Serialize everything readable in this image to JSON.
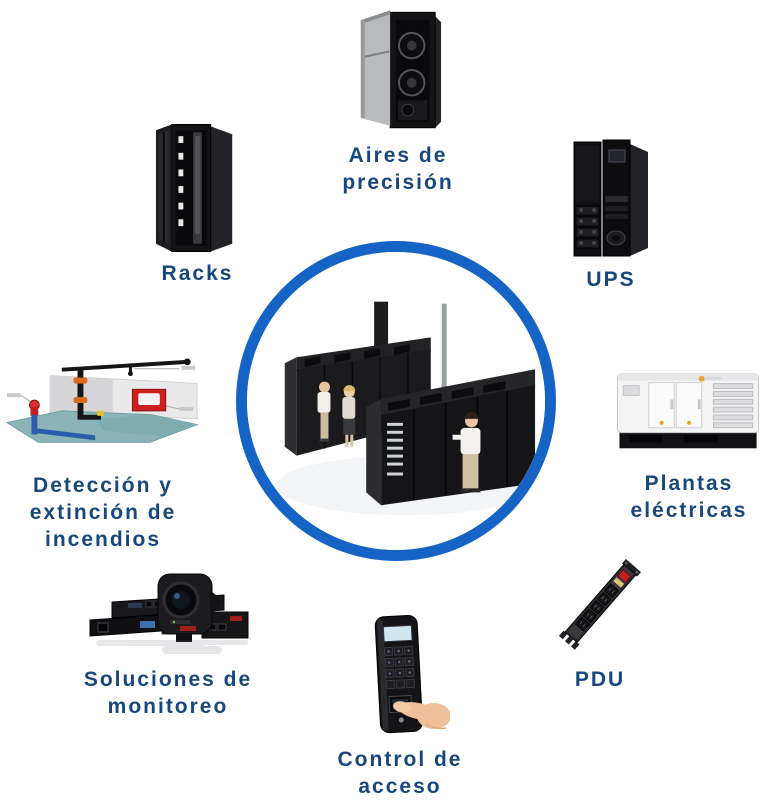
{
  "diagram": {
    "subject": "Data center infrastructure services",
    "language": "es",
    "colors": {
      "circle_accent": "#1463c5",
      "label_navy": "#17477c",
      "background": "#ffffff"
    },
    "center": {
      "icon": "datacenter-racks-aisle",
      "description": "Data center aisle with black server racks and technicians"
    }
  },
  "items": [
    {
      "id": "aires-de-precision",
      "label": "Aires de\nprecisión",
      "icon": "precision-air-conditioner-icon"
    },
    {
      "id": "ups",
      "label": "UPS",
      "icon": "ups-cabinet-icon"
    },
    {
      "id": "plantas-electricas",
      "label": "Plantas\neléctricas",
      "icon": "diesel-generator-icon"
    },
    {
      "id": "pdu",
      "label": "PDU",
      "icon": "power-distribution-unit-icon"
    },
    {
      "id": "control-de-acceso",
      "label": "Control de\nacceso",
      "icon": "biometric-access-reader-icon"
    },
    {
      "id": "soluciones-de-monitoreo",
      "label": "Soluciones de\nmonitoreo",
      "icon": "monitoring-camera-appliances-icon"
    },
    {
      "id": "deteccion-extincion-incendios",
      "label": "Detección y\nextinción de\nincendios",
      "icon": "fire-suppression-system-icon"
    },
    {
      "id": "racks",
      "label": "Racks",
      "icon": "server-rack-icon"
    }
  ]
}
